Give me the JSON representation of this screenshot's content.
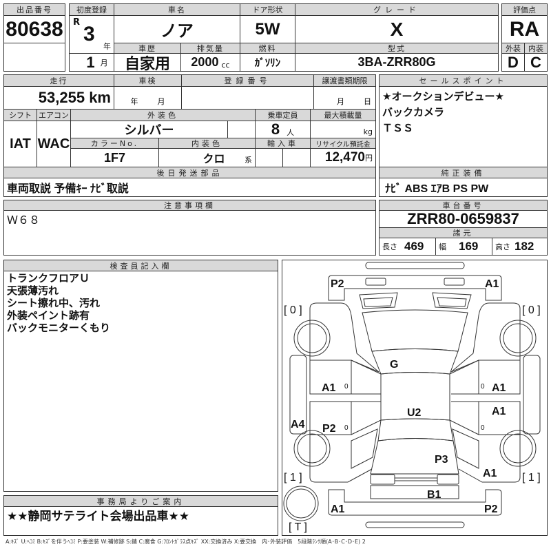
{
  "lot": {
    "label": "出品番号",
    "value": "80638"
  },
  "first_reg": {
    "label": "初度登録",
    "era": "R",
    "year": "3",
    "year_unit": "年",
    "month": "1",
    "month_unit": "月"
  },
  "car_name": {
    "label": "車名",
    "value": "ノア"
  },
  "door": {
    "label": "ドア形状",
    "value": "5W"
  },
  "grade": {
    "label": "グレード",
    "value": "X"
  },
  "score": {
    "label": "評価点",
    "value": "RA",
    "ext_label": "外装",
    "int_label": "内装",
    "ext": "D",
    "int": "C"
  },
  "history": {
    "label": "車歴",
    "value": "自家用"
  },
  "displacement": {
    "label": "排気量",
    "value": "2000",
    "unit": "cc"
  },
  "fuel": {
    "label": "燃料",
    "value": "ｶﾞｿﾘﾝ"
  },
  "model": {
    "label": "型式",
    "value": "3BA-ZRR80G"
  },
  "mileage": {
    "label": "走行",
    "value": "53,255 km"
  },
  "inspection": {
    "label": "車検",
    "year_unit": "年",
    "month_unit": "月"
  },
  "reg_no": {
    "label": "登録番号"
  },
  "transfer": {
    "label": "譲渡書類期限",
    "month_unit": "月",
    "day_unit": "日"
  },
  "shift": {
    "label": "シフト",
    "value": "IAT"
  },
  "ac": {
    "label": "エアコン",
    "value": "WAC"
  },
  "ext_color": {
    "label": "外装色",
    "value": "シルバー"
  },
  "capacity": {
    "label": "乗車定員",
    "value": "8",
    "unit": "人"
  },
  "max_load": {
    "label": "最大積載量",
    "unit": "kg"
  },
  "color_no": {
    "label": "カラーNo.",
    "value": "1F7"
  },
  "int_color": {
    "label": "内装色",
    "value": "クロ",
    "unit": "系"
  },
  "import": {
    "label": "輸入車"
  },
  "recycle": {
    "label": "リサイクル預託金",
    "value": "12,470",
    "unit": "円"
  },
  "later_parts": {
    "label": "後日発送部品",
    "value": "車両取説 予備ｷｰ ﾅﾋﾞ取説"
  },
  "sales_points": {
    "label": "セールスポイント",
    "items": [
      "★オークションデビュー★",
      "バックカメラ",
      "ＴＳＳ"
    ]
  },
  "equipment": {
    "label": "純正装備",
    "value": "ﾅﾋﾞ ABS ｴｱB PS PW"
  },
  "notes": {
    "label": "注意事項欄",
    "value": "Ｗ６８"
  },
  "chassis": {
    "label": "車台番号",
    "value": "ZRR80-0659837"
  },
  "specs": {
    "label": "諸元",
    "length_label": "長さ",
    "length": "469",
    "width_label": "幅",
    "width": "169",
    "height_label": "高さ",
    "height": "182"
  },
  "inspector": {
    "label": "検査員記入欄",
    "items": [
      "トランクフロアＵ",
      "天張薄汚れ",
      "シート擦れ中、汚れ",
      "外装ペイント跡有",
      "バックモニターくもり"
    ]
  },
  "office": {
    "label": "事務局よりご案内",
    "value": "★★静岡サテライト会場出品車★★"
  },
  "diagram": {
    "fl_tire": "[ 0 ]",
    "fr_tire": "[ 0 ]",
    "rl_tire": "[ 1 ]",
    "rr_tire": "[ 1 ]",
    "spare": "[ T ]",
    "front_bumper_left": "P2",
    "front_bumper_right": "A1",
    "windshield": "G",
    "left_front_door": "A1",
    "right_front_door": "A1",
    "right_rear_door": "A1",
    "roof": "U2",
    "left_sill": "A4",
    "left_rear_door": "P2",
    "trunk": "P3",
    "right_rear_fender": "A1",
    "rear_panel": "B1",
    "rear_bumper_left": "A1",
    "rear_bumper_right": "P2",
    "door_mark": "0"
  },
  "legend": "A:ｷｽﾞ U:ﾍｺﾐ B:ｷｽﾞを伴うﾍｺﾐ P:要塗装 W:補修跡 S:錆 C:腐食 G:ﾌﾛﾝﾄｶﾞﾗｽ点ｷｽﾞ XX:交換済み X:要交換　内･外装評価　5段階ﾗﾝｸ順(A･B･C･D･E) 2"
}
